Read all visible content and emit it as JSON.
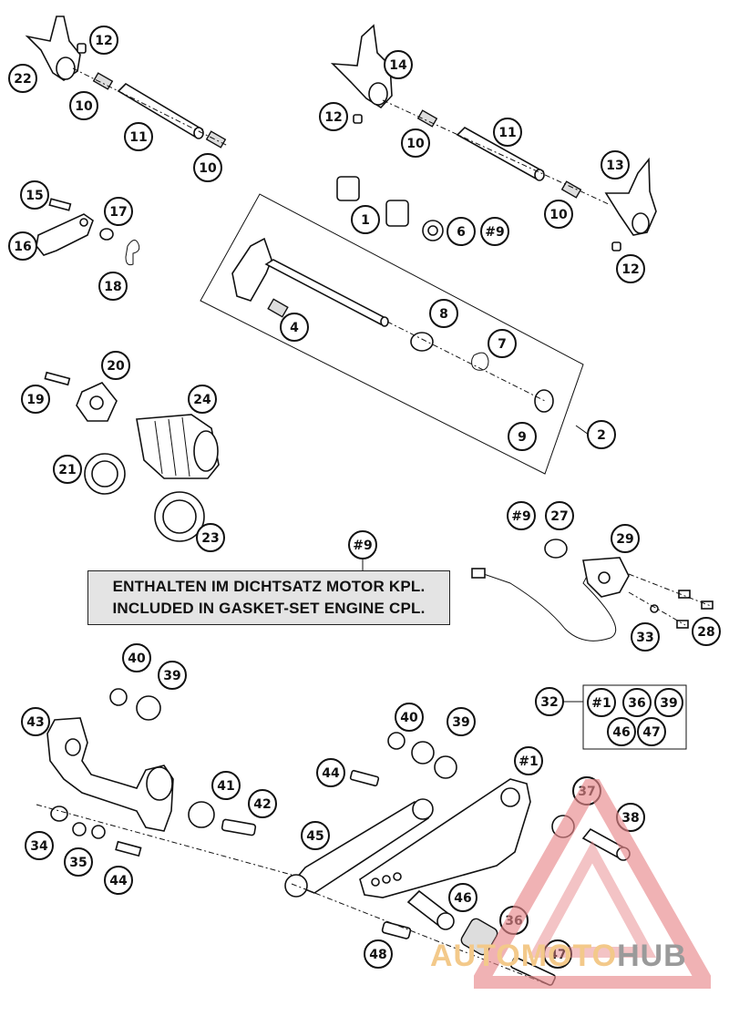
{
  "note": {
    "line1": "ENTHALTEN IM DICHTSATZ MOTOR KPL.",
    "line2": "INCLUDED IN GASKET-SET ENGINE CPL."
  },
  "watermark": {
    "brand_part1": "AUTOMOTO",
    "brand_part2": "HUB",
    "color_triangle": "#e8888c",
    "color_part1": "#f3c98a",
    "color_part2": "#9a9a9a"
  },
  "callouts": [
    {
      "label": "1"
    },
    {
      "label": "2"
    },
    {
      "label": "4"
    },
    {
      "label": "6"
    },
    {
      "label": "#9"
    },
    {
      "label": "7"
    },
    {
      "label": "8"
    },
    {
      "label": "9"
    },
    {
      "label": "10"
    },
    {
      "label": "10"
    },
    {
      "label": "10"
    },
    {
      "label": "10"
    },
    {
      "label": "11"
    },
    {
      "label": "11"
    },
    {
      "label": "12"
    },
    {
      "label": "12"
    },
    {
      "label": "12"
    },
    {
      "label": "13"
    },
    {
      "label": "14"
    },
    {
      "label": "15"
    },
    {
      "label": "16"
    },
    {
      "label": "17"
    },
    {
      "label": "18"
    },
    {
      "label": "19"
    },
    {
      "label": "20"
    },
    {
      "label": "21"
    },
    {
      "label": "22"
    },
    {
      "label": "23"
    },
    {
      "label": "24"
    },
    {
      "label": "#9"
    },
    {
      "label": "27"
    },
    {
      "label": "28"
    },
    {
      "label": "29"
    },
    {
      "label": "32"
    },
    {
      "label": "33"
    },
    {
      "label": "34"
    },
    {
      "label": "35"
    },
    {
      "label": "#1"
    },
    {
      "label": "36"
    },
    {
      "label": "39"
    },
    {
      "label": "46"
    },
    {
      "label": "47"
    },
    {
      "label": "36"
    },
    {
      "label": "37"
    },
    {
      "label": "38"
    },
    {
      "label": "39"
    },
    {
      "label": "39"
    },
    {
      "label": "40"
    },
    {
      "label": "40"
    },
    {
      "label": "41"
    },
    {
      "label": "42"
    },
    {
      "label": "43"
    },
    {
      "label": "44"
    },
    {
      "label": "44"
    },
    {
      "label": "45"
    },
    {
      "label": "46"
    },
    {
      "label": "47"
    },
    {
      "label": "48"
    },
    {
      "label": "#1"
    },
    {
      "label": "#9"
    }
  ]
}
